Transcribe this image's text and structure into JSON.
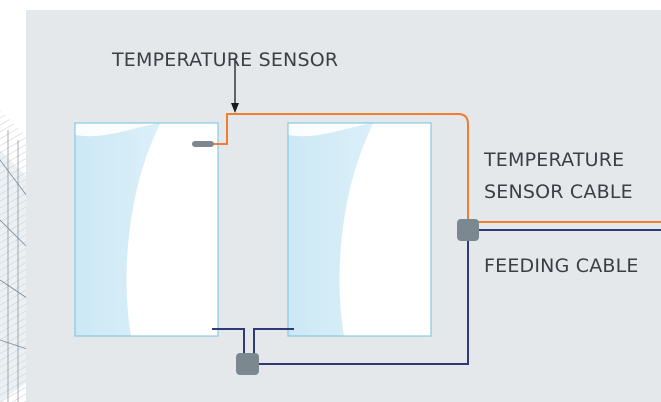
{
  "labels": {
    "temperature_sensor": "TEMPERATURE SENSOR",
    "temperature_sensor_cable_line1": "TEMPERATURE",
    "temperature_sensor_cable_line2": "SENSOR CABLE",
    "feeding_cable": "FEEDING CABLE"
  },
  "colors": {
    "panel_background": "#e5e8eb",
    "temperature_cable": "#ef7d32",
    "feeding_cable": "#2e3a7a",
    "connector": "#7b8890",
    "window_glass": "#cfe9f6",
    "window_border": "#8ccde6",
    "label_text": "#3b3f44"
  }
}
